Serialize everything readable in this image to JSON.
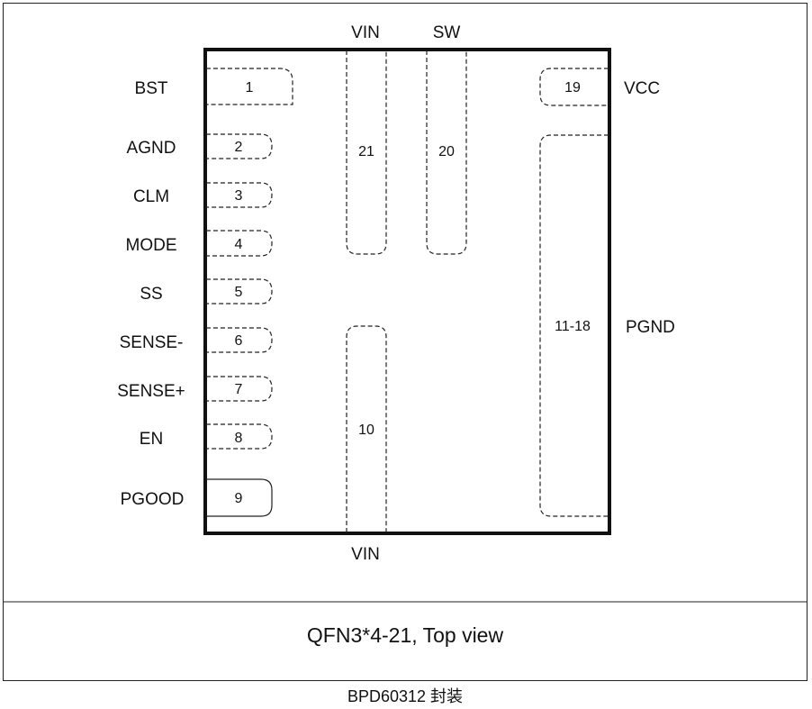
{
  "caption": "QFN3*4-21, Top view",
  "footnote": "BPD60312 封装",
  "top_labels": {
    "vin": "VIN",
    "sw": "SW"
  },
  "bottom_label": "VIN",
  "left_pins": [
    {
      "name": "BST",
      "num": "1"
    },
    {
      "name": "AGND",
      "num": "2"
    },
    {
      "name": "CLM",
      "num": "3"
    },
    {
      "name": "MODE",
      "num": "4"
    },
    {
      "name": "SS",
      "num": "5"
    },
    {
      "name": "SENSE-",
      "num": "6"
    },
    {
      "name": "SENSE+",
      "num": "7"
    },
    {
      "name": "EN",
      "num": "8"
    },
    {
      "name": "PGOOD",
      "num": "9"
    }
  ],
  "right_pins": [
    {
      "name": "VCC",
      "num": "19"
    },
    {
      "name": "PGND",
      "num": "11-18"
    }
  ],
  "center_pads": [
    {
      "num": "21"
    },
    {
      "num": "20"
    },
    {
      "num": "10"
    }
  ]
}
